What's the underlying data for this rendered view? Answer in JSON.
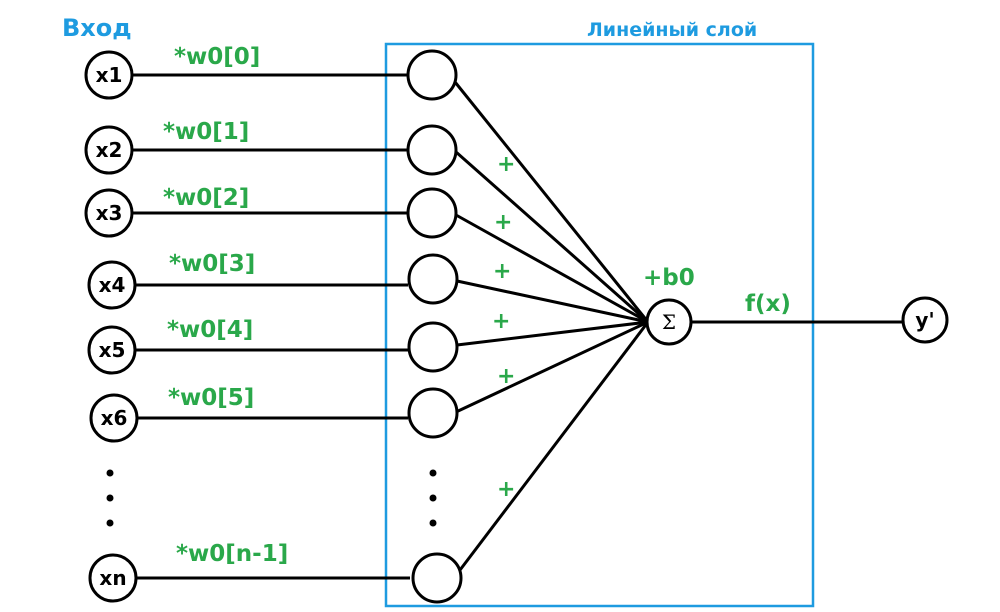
{
  "diagram": {
    "input_title": "Вход",
    "layer_title": "Линейный слой",
    "inputs": [
      "x1",
      "x2",
      "x3",
      "x4",
      "x5",
      "x6",
      "xn"
    ],
    "weights": [
      "*w0[0]",
      "*w0[1]",
      "*w0[2]",
      "*w0[3]",
      "*w0[4]",
      "*w0[5]",
      "*w0[n-1]"
    ],
    "plus_sign": "+",
    "bias": "+b0",
    "sum_symbol": "Σ",
    "activation": "f(x)",
    "output": "y'"
  },
  "colors": {
    "blue": "#1E9BE0",
    "green": "#2AA84A",
    "line": "#000000"
  }
}
